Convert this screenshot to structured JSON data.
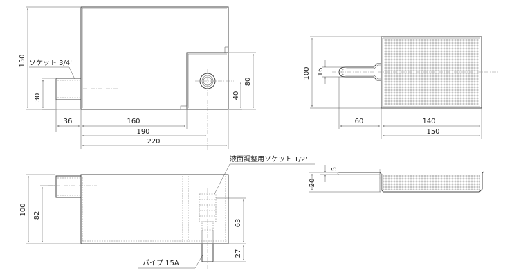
{
  "labels": {
    "socket_34": "ソケット 3/4'",
    "socket_12": "液面調整用ソケット 1/2'",
    "pipe_15a": "パイプ 15A"
  },
  "dims": {
    "d150": "150",
    "d30": "30",
    "d40": "40",
    "d80": "80",
    "d36": "36",
    "d160": "160",
    "d190": "190",
    "d220": "220",
    "d100_right": "100",
    "d16": "16",
    "d60": "60",
    "d140": "140",
    "d150_right": "150",
    "d100_front": "100",
    "d82": "82",
    "d63": "63",
    "d27": "27",
    "d5": "5",
    "d20": "20"
  }
}
